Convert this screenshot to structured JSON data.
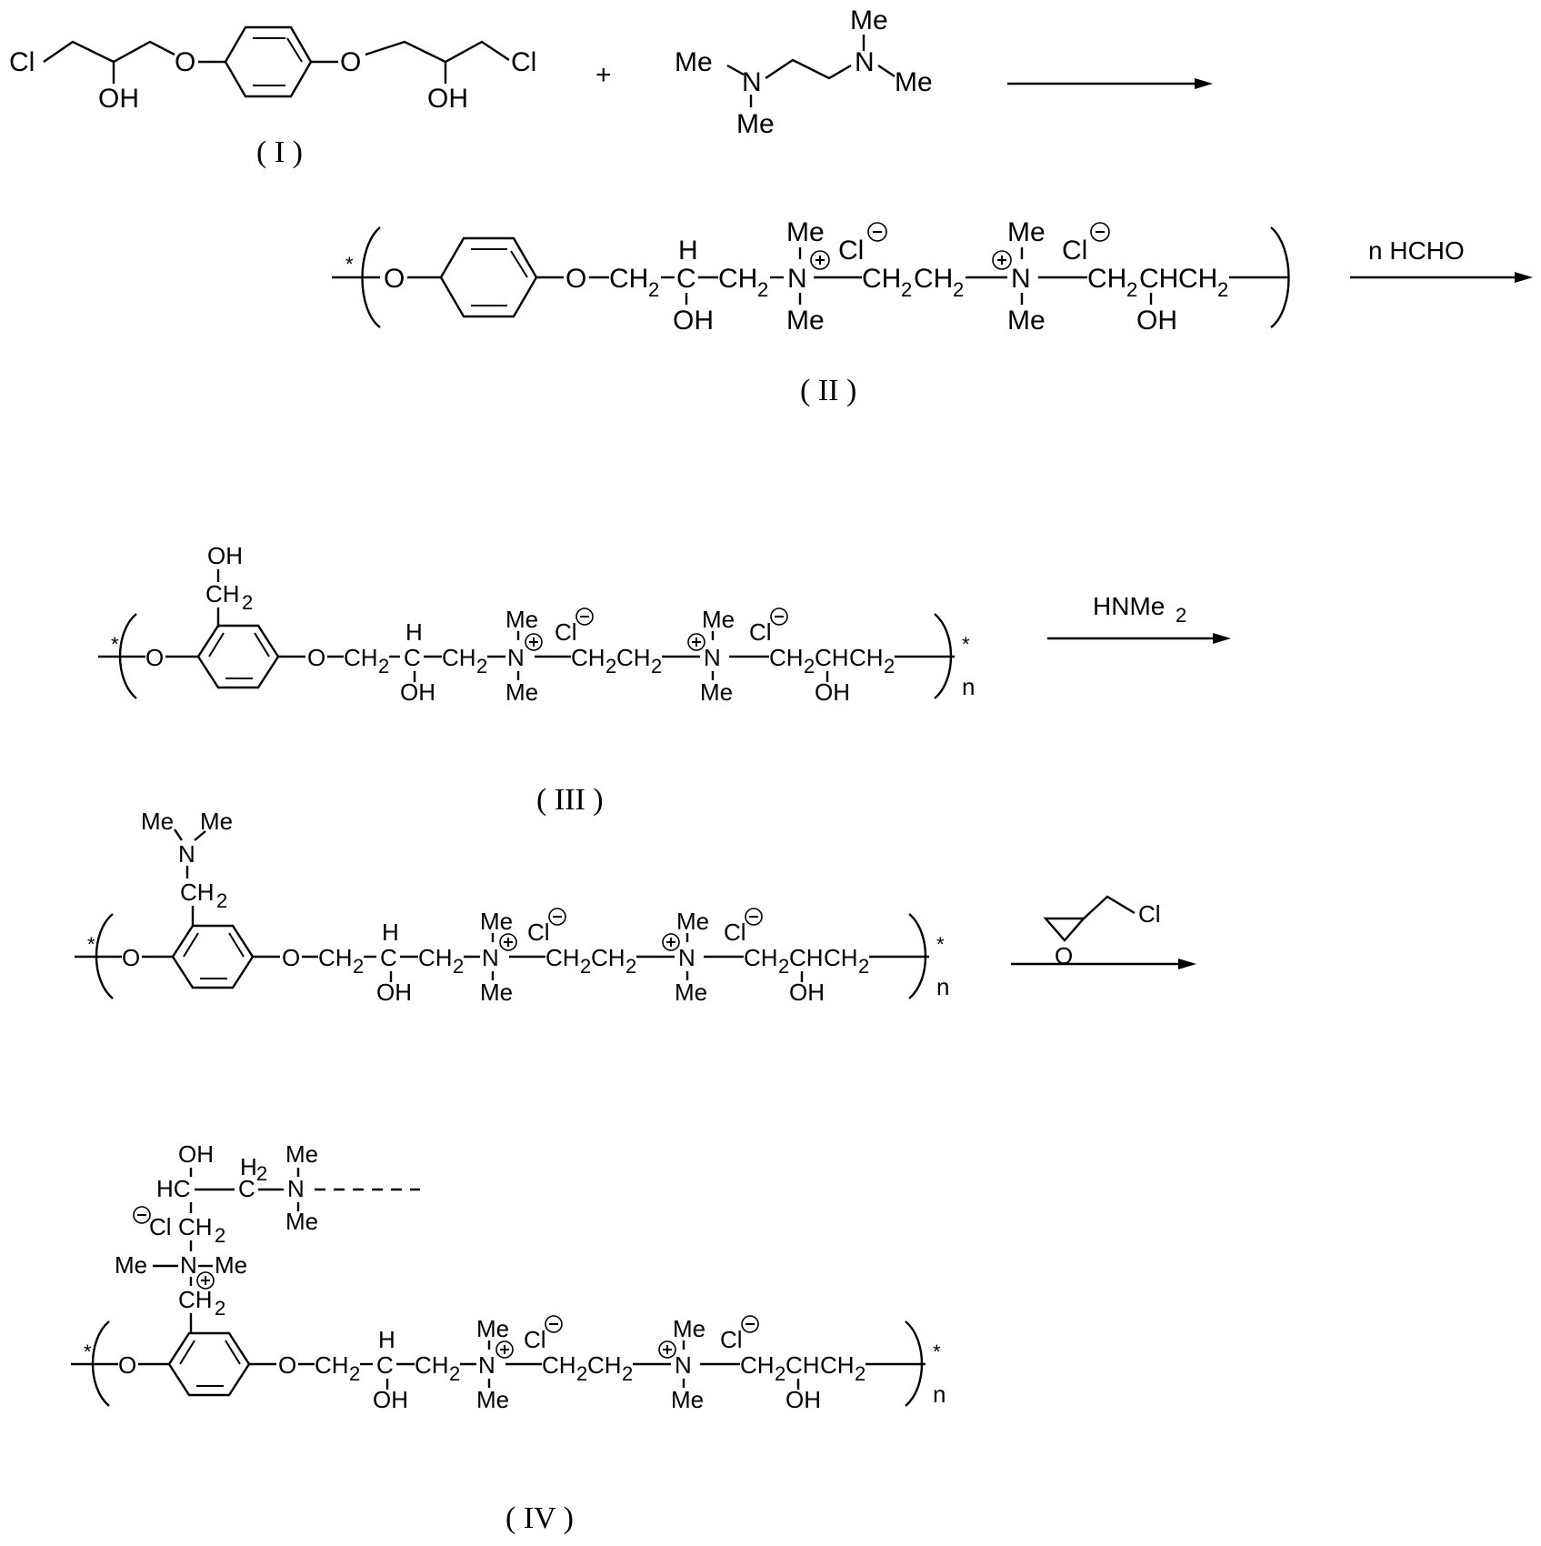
{
  "atoms": {
    "cl": "Cl",
    "oh": "OH",
    "o": "O",
    "n": "N",
    "me": "Me",
    "h": "H",
    "c": "C",
    "hc": "HC",
    "ch2": "CH",
    "ch2_sub": "2",
    "h2": "H",
    "h2_sub": "2",
    "cl_anion": "Cl",
    "star": "*",
    "n_repeat": "n"
  },
  "compound_labels": {
    "I": "( I )",
    "II": "( II )",
    "III": "( III )",
    "IV": "( IV )"
  },
  "operators": {
    "plus": "+"
  },
  "reagents": {
    "step2": "n HCHO",
    "step3_main": "HNMe",
    "step3_sub": "2",
    "step4_cl": "Cl",
    "step4_o": "O"
  }
}
